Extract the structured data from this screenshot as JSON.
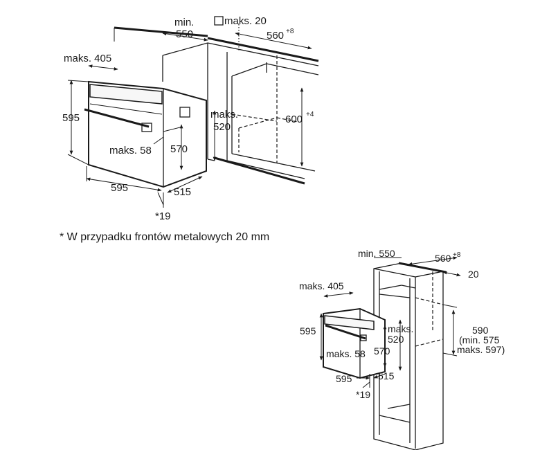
{
  "note": "* W przypadku frontów metalowych 20 mm",
  "top_diagram": {
    "labels": {
      "min": "min.",
      "min_550": "550",
      "maks_20": "maks. 20",
      "width_560": "560",
      "width_560_sup": "+8",
      "maks_405": "maks. 405",
      "h_595": "595",
      "maks_520_a": "maks.",
      "maks_520_b": "520",
      "h_600": "600",
      "h_600_sup": "+4",
      "maks_58": "maks. 58",
      "h_570": "570",
      "w_595": "595",
      "d_515": "515",
      "star_19": "*19"
    }
  },
  "bottom_diagram": {
    "labels": {
      "min_550": "min. 550",
      "width_560": "560",
      "width_560_sup": "+8",
      "d_20": "20",
      "maks_405": "maks. 405",
      "h_595": "595",
      "maks_520_a": "maks.",
      "maks_520_b": "520",
      "h_590": "590",
      "min_575": "(min. 575",
      "maks_597": "maks. 597)",
      "maks_58": "maks. 58",
      "h_570": "570",
      "w_595": "595",
      "d_515": "515",
      "star_19": "*19"
    }
  }
}
